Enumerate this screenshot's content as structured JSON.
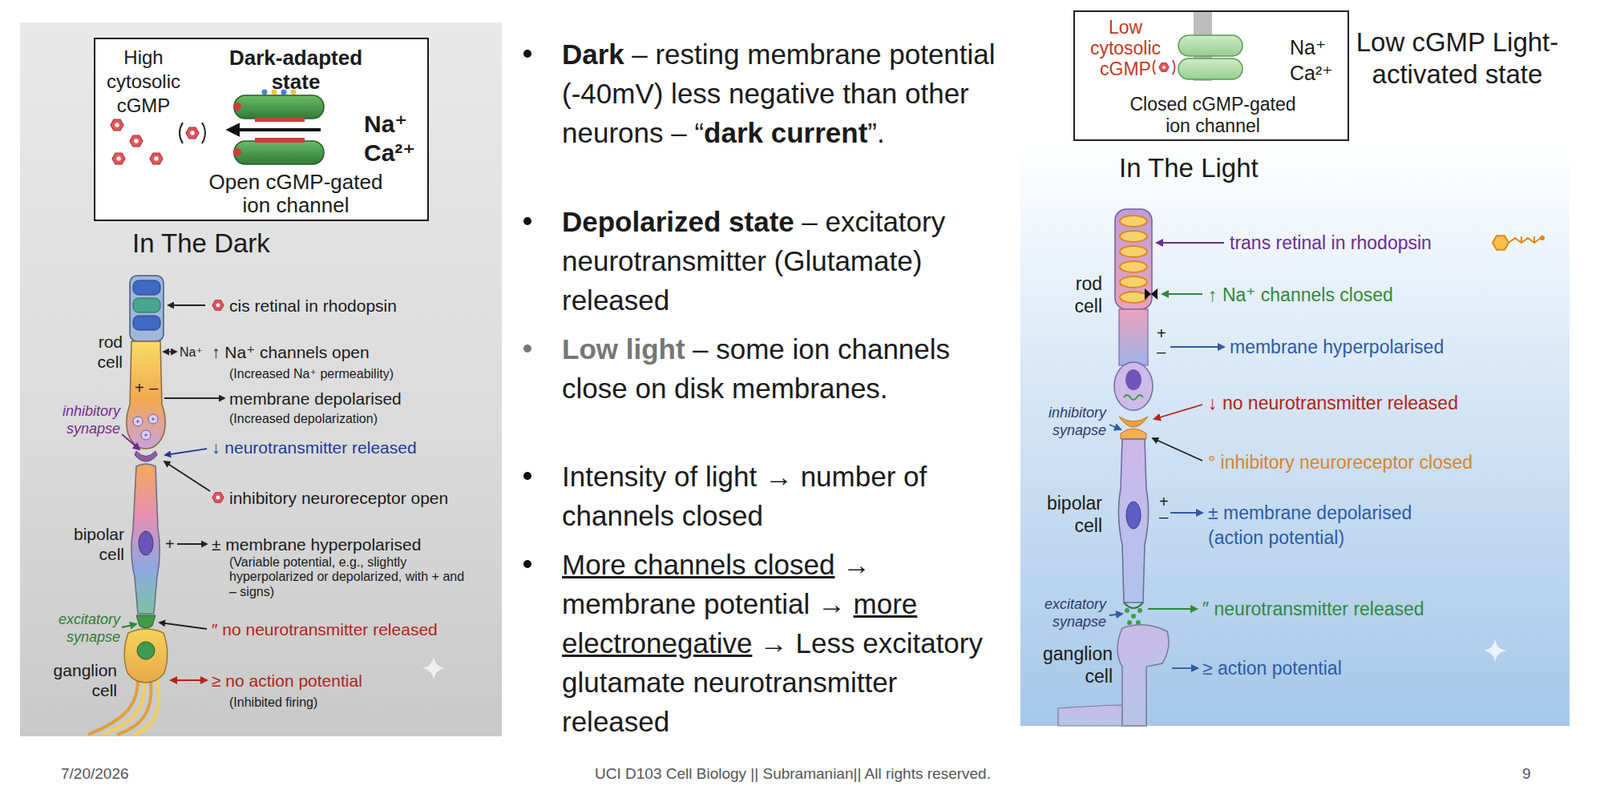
{
  "diagram": {
    "nodes": [
      {
        "text": [
          "In The Dark"
        ]
      },
      {
        "text": [
          "High cytosolic cGMP",
          "Dark-adapted state",
          "Na⁺",
          "Ca²⁺",
          "Open cGMP-gated ion channel"
        ],
        "in": 0
      },
      {
        "text": [
          "Low cytosolic cGMP",
          "Na⁺",
          "Ca²⁺",
          "Closed cGMP-gated ion channel"
        ]
      },
      {
        "text": [
          "In The Light"
        ]
      }
    ],
    "labels": [
      "cis retinal in rhodopsin",
      "rod cell",
      "Na⁺",
      "↑ Na⁺ channels open",
      "(Increased Na⁺ permeability)",
      "+",
      "–",
      "membrane depolarised",
      "(Increased depolarization)",
      "inhibitory synapse",
      "↓ neurotransmitter released",
      "inhibitory neuroreceptor open",
      "bipolar cell",
      "+",
      "± membrane hyperpolarised",
      "(Variable potential, e.g., slightly hyperpolarized or depolarized, with + and – signs)",
      "excitatory synapse",
      "″ no neurotransmitter released",
      "ganglion cell",
      "≥ no action potential",
      "(Inhibited firing)",
      "Dark",
      "– resting membrane potential (-40mV) less negative than other neurons – “",
      "dark current",
      "”.",
      "Depolarized state",
      "– excitatory neurotransmitter (Glutamate) released",
      "Low light",
      "– some ion channels close on disk membranes.",
      "Intensity of light → number of channels closed",
      "More channels closed",
      "→ membrane potential →",
      "more electronegative",
      "→ Less excitatory glutamate neurotransmitter released",
      "Low cGMP Light-activated state",
      "rod cell",
      "trans retinal in rhodopsin",
      "↑ Na⁺ channels closed",
      "+",
      "–",
      "membrane hyperpolarised",
      "↓ no neurotransmitter released",
      "inhibitory synapse",
      "° inhibitory neuroreceptor closed",
      "bipolar cell",
      "+",
      "–",
      "± membrane depolarised (action potential)",
      "excitatory synapse",
      "″ neurotransmitter released",
      "ganglion cell",
      "≥ action potential",
      "7/20/2026",
      "UCI D103 Cell Biology || Subramanian|| All rights reserved.",
      "9"
    ]
  }
}
